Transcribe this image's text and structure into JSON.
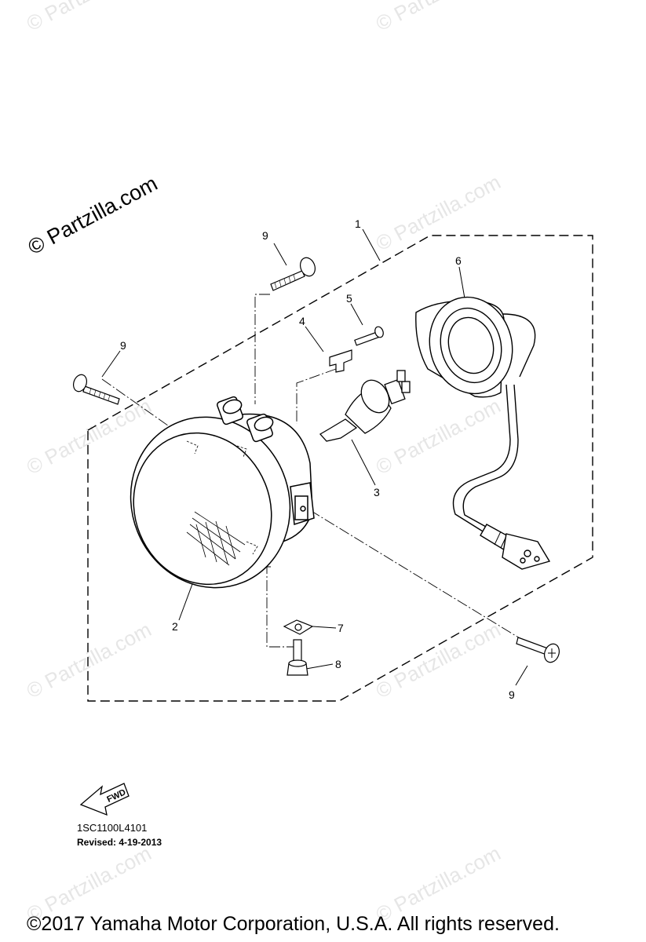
{
  "watermark": {
    "main_text": "© Partzilla.com",
    "faint_text": "© Partzilla.com"
  },
  "callouts": {
    "c1": "1",
    "c2": "2",
    "c3": "3",
    "c4": "4",
    "c5": "5",
    "c6": "6",
    "c7": "7",
    "c8": "8",
    "c9_top": "9",
    "c9_left": "9",
    "c9_right": "9"
  },
  "fwd_label": "FWD",
  "diagram_code": "1SC1100L4101",
  "revised": "Revised: 4-19-2013",
  "copyright": "©2017  Yamaha Motor Corporation, U.S.A. All rights reserved.",
  "colors": {
    "line": "#000000",
    "watermark_faint": "#e6e6e6",
    "background": "#ffffff"
  }
}
